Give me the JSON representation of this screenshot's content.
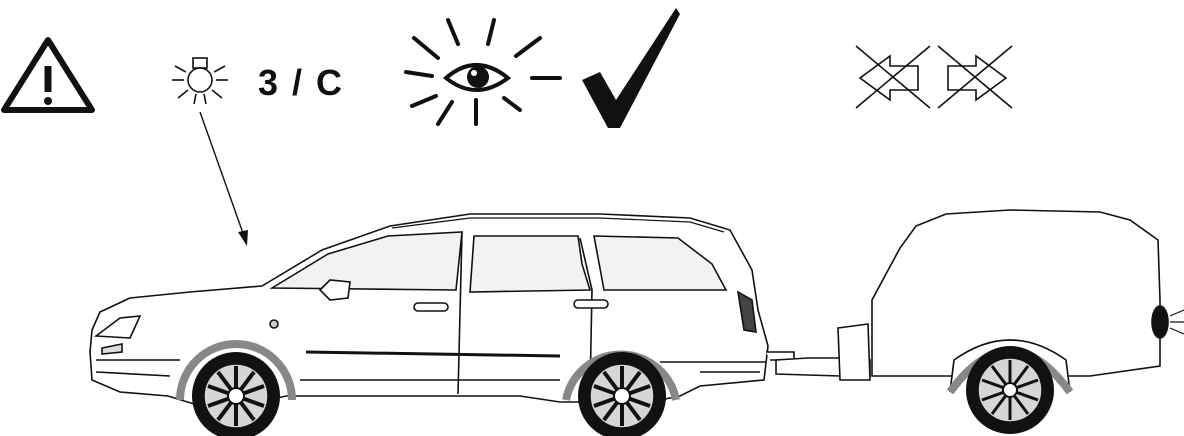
{
  "header": {
    "warning_icon": "warning-triangle-icon",
    "lamp_icon": "lamp-bulb-icon",
    "code_label": "3 / C",
    "eye_icon": "eye-check-icon",
    "check_icon": "check-mark-icon",
    "turn_signal_icons": [
      "left-indicator-crossed-icon",
      "right-indicator-crossed-icon"
    ]
  },
  "illustration": {
    "vehicle": "station-wagon",
    "trailer": "trailer",
    "indicator": "callout-arrow"
  },
  "colors": {
    "line": "#111111",
    "fender": "#888888",
    "glass": "#f2f2f2"
  }
}
